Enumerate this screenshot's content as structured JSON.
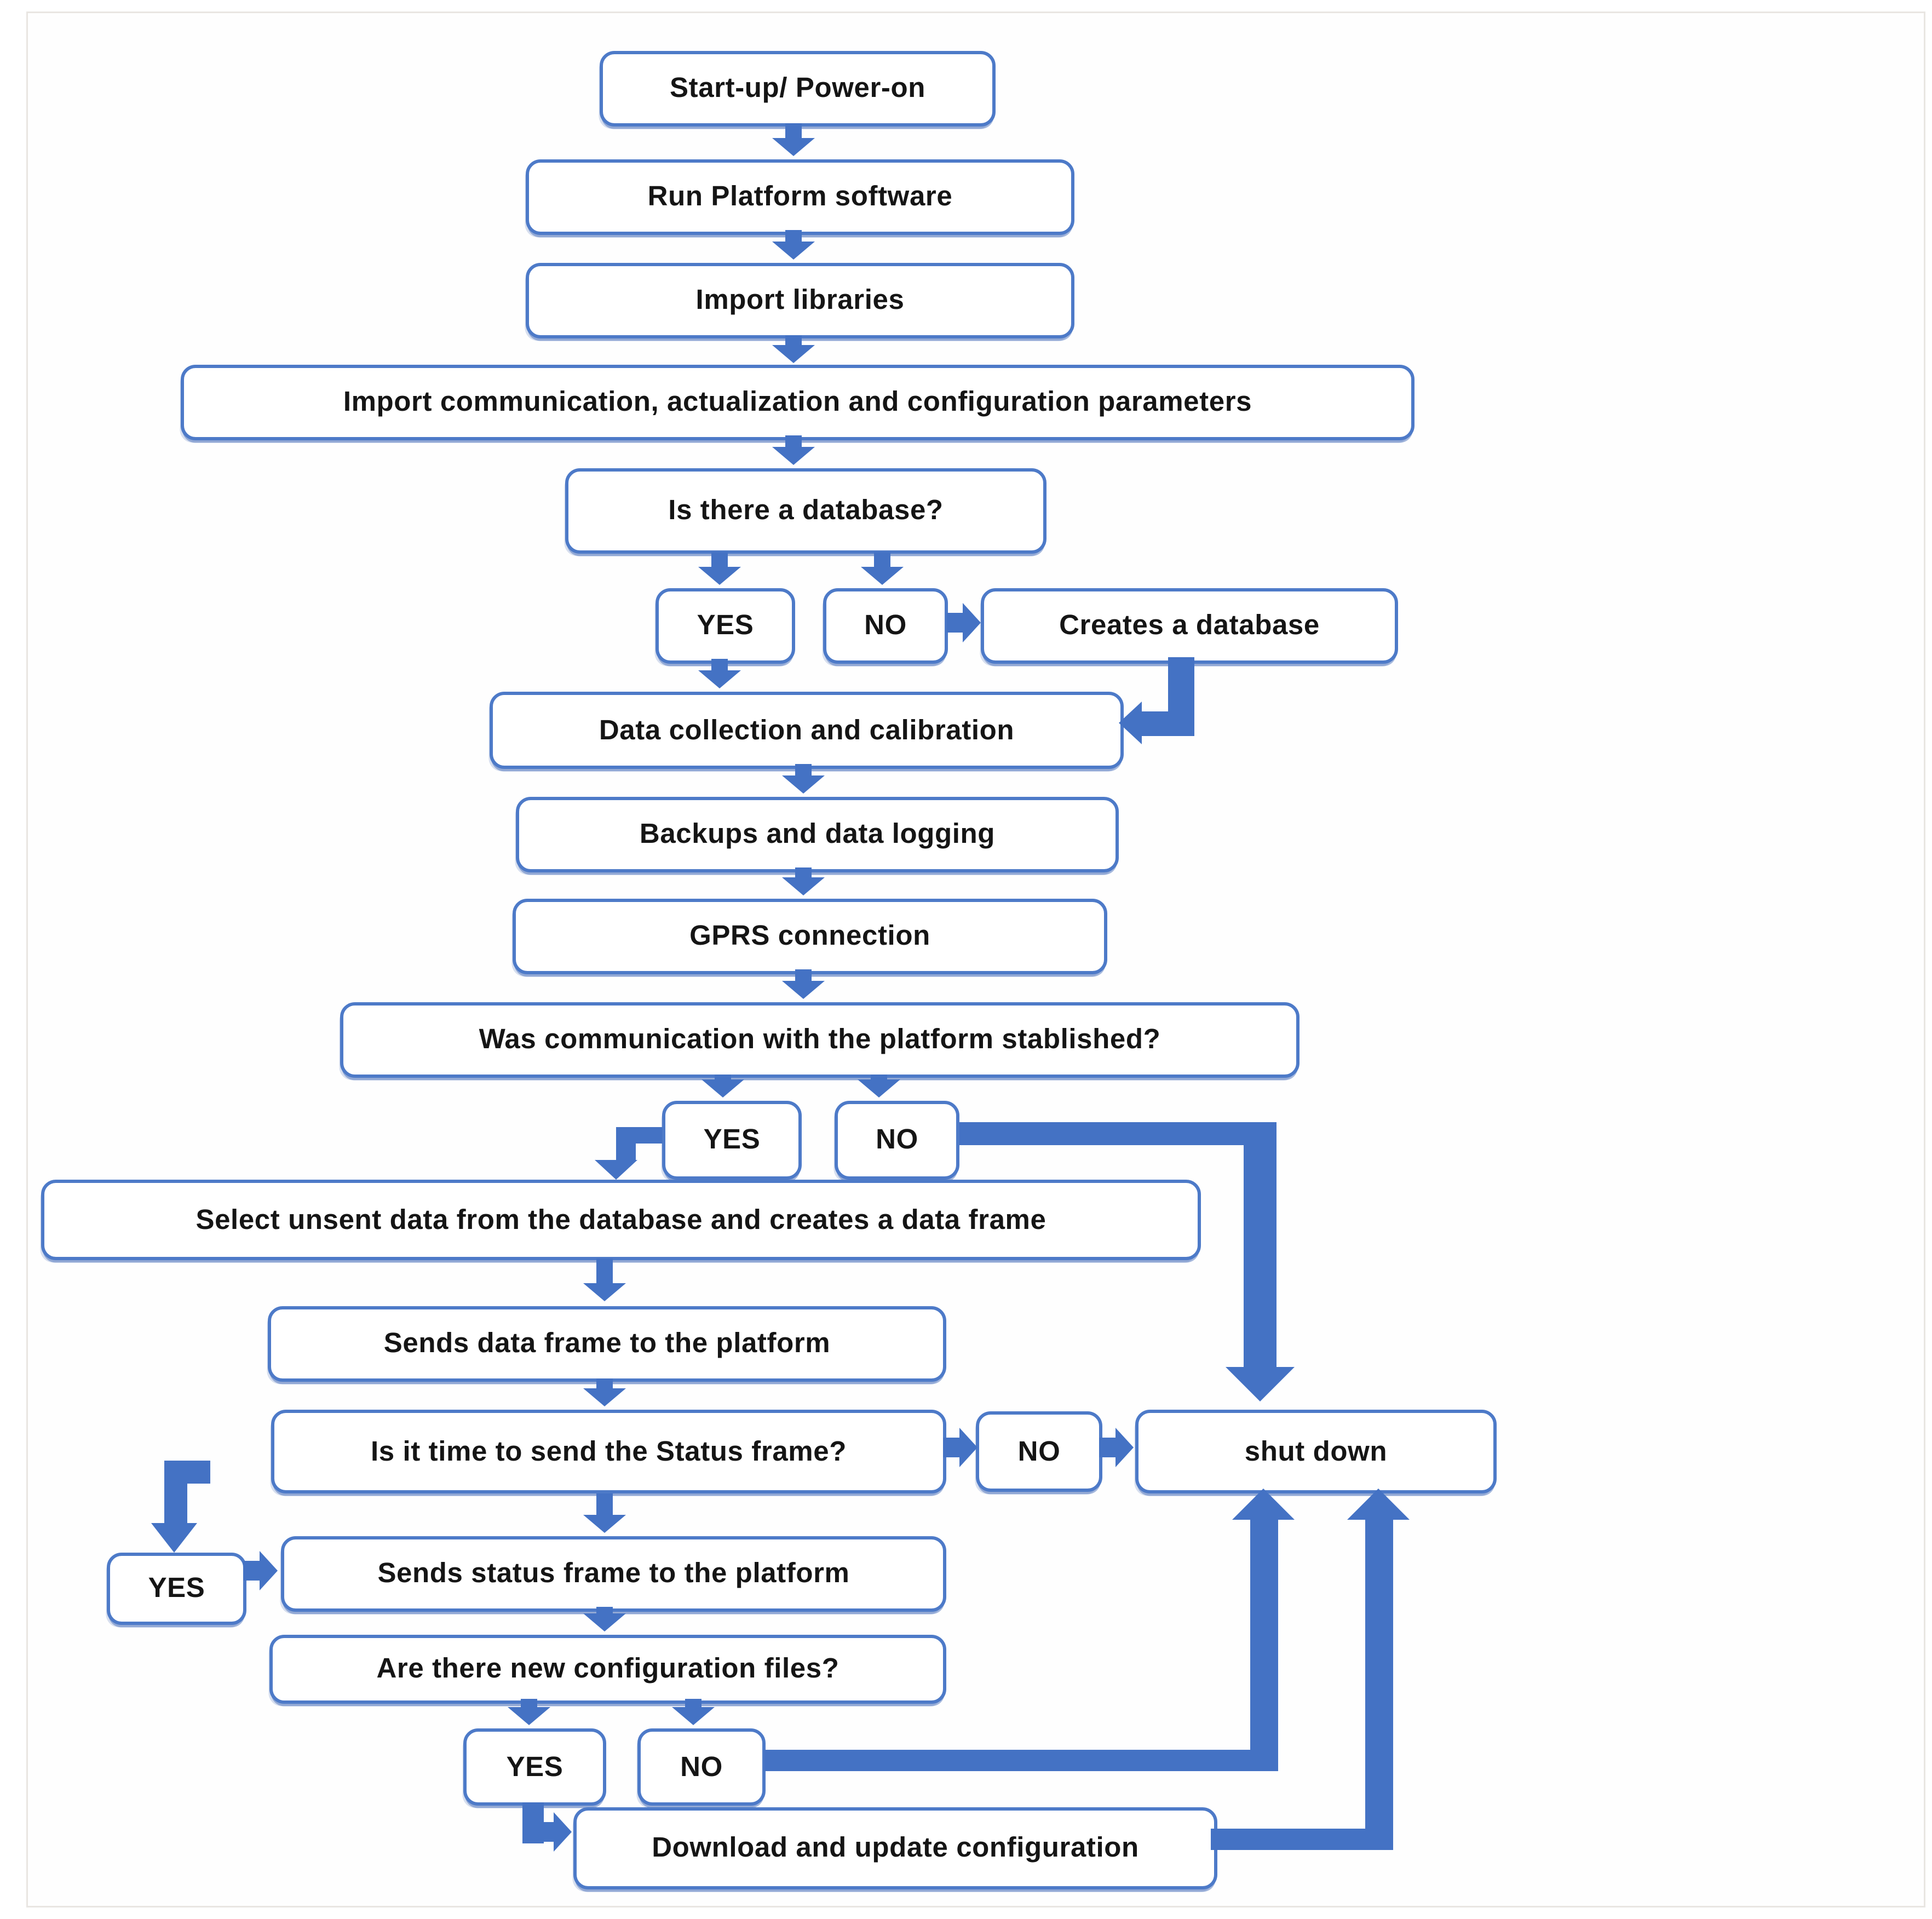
{
  "diagram": {
    "type": "flowchart",
    "colors": {
      "arrow": "#4472c4",
      "box_border": "#4d7ac8",
      "box_fill": "#ffffff",
      "text": "#151515",
      "background": "#ffffff"
    },
    "nodes": {
      "start": "Start-up/ Power-on",
      "run_platform": "Run Platform software",
      "import_libraries": "Import libraries",
      "import_params": "Import communication, actualization and configuration parameters",
      "is_database": "Is there a database?",
      "db_yes": "YES",
      "db_no": "NO",
      "creates_database": "Creates a database",
      "data_collection": "Data collection and calibration",
      "backups": "Backups and data logging",
      "gprs": "GPRS connection",
      "was_comm": "Was communication with the platform stablished?",
      "comm_yes": "YES",
      "comm_no": "NO",
      "select_unsent": "Select unsent data from the database and creates a data frame",
      "sends_data": "Sends data frame to the platform",
      "is_it_time": "Is it time to send the Status frame?",
      "time_no": "NO",
      "shut_down": "shut down",
      "time_yes": "YES",
      "sends_status": "Sends status frame to the platform",
      "new_config": "Are there new configuration files?",
      "config_yes": "YES",
      "config_no": "NO",
      "download_config": "Download and update configuration"
    },
    "edges": [
      "start -> run_platform",
      "run_platform -> import_libraries",
      "import_libraries -> import_params",
      "import_params -> is_database",
      "is_database -> db_yes",
      "is_database -> db_no",
      "db_no -> creates_database",
      "db_yes -> data_collection",
      "creates_database -> data_collection",
      "data_collection -> backups",
      "backups -> gprs",
      "gprs -> was_comm",
      "was_comm -> comm_yes",
      "was_comm -> comm_no",
      "comm_yes -> select_unsent",
      "comm_no -> shut_down",
      "select_unsent -> sends_data",
      "sends_data -> is_it_time",
      "is_it_time -> time_no",
      "time_no -> shut_down",
      "is_it_time -> time_yes",
      "is_it_time -> sends_status",
      "time_yes -> sends_status",
      "sends_status -> new_config",
      "new_config -> config_yes",
      "new_config -> config_no",
      "config_no -> shut_down",
      "config_yes -> download_config",
      "download_config -> shut_down"
    ]
  }
}
